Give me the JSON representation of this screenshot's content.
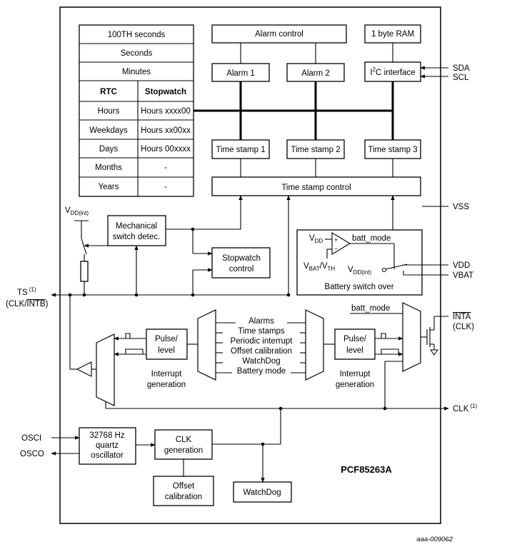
{
  "chip_name": "PCF85263A",
  "figure_id": "aaa-009062",
  "register_table": {
    "full_rows": [
      "100TH seconds",
      "Seconds",
      "Minutes"
    ],
    "header": [
      "RTC",
      "Stopwatch"
    ],
    "rows": [
      [
        "Hours",
        "Hours xxxx00"
      ],
      [
        "Weekdays",
        "Hours xx00xx"
      ],
      [
        "Days",
        "Hours 00xxxx"
      ],
      [
        "Months",
        "-"
      ],
      [
        "Years",
        "-"
      ]
    ]
  },
  "blocks": {
    "alarm_control": "Alarm control",
    "ram": "1 byte RAM",
    "alarm1": "Alarm 1",
    "alarm2": "Alarm 2",
    "i2c_pre": "I",
    "i2c_sup": "2",
    "i2c_post": "C interface",
    "timestamp1": "Time stamp 1",
    "timestamp2": "Time stamp 2",
    "timestamp3": "Time stamp 3",
    "timestamp_control": "Time stamp control",
    "mech_switch_1": "Mechanical",
    "mech_switch_2": "switch detec.",
    "stopwatch_control_1": "Stopwatch",
    "stopwatch_control_2": "control",
    "battery_switch": "Battery switch over",
    "batt_mode": "batt_mode",
    "pulse_level_1": "Pulse/",
    "pulse_level_2": "level",
    "interrupt_generation_1": "Interrupt",
    "interrupt_generation_2": "generation",
    "oscillator_1": "32768 Hz",
    "oscillator_2": "quartz",
    "oscillator_3": "oscillator",
    "clk_generation_1": "CLK",
    "clk_generation_2": "generation",
    "offset_calibration_1": "Offset",
    "offset_calibration_2": "calibration",
    "watchdog": "WatchDog"
  },
  "interrupt_sources": [
    "Alarms",
    "Time stamps",
    "Periodic interrupt",
    "Offset calibration",
    "WatchDog",
    "Battery mode"
  ],
  "comparator": {
    "vdd_main": "V",
    "vdd_sub": "DD",
    "vbat_main": "V",
    "vbat_sub": "BAT",
    "slash": "/",
    "vth_main": "V",
    "vth_sub": "TH",
    "vddint_main": "V",
    "vddint_sub": "DD(int)",
    "plus": "+",
    "minus": "−"
  },
  "vdd_int_label": {
    "main": "V",
    "sub": "DD(int)"
  },
  "pins": {
    "sda": "SDA",
    "scl": "SCL",
    "vss": "VSS",
    "vdd": "VDD",
    "vbat": "VBAT",
    "ts": "TS",
    "ts_note": "(1)",
    "ts_alt_pre": "(CLK/",
    "ts_alt_bar": "INTB",
    "ts_alt_post": ")",
    "inta": "INTA",
    "inta_alt": "(CLK)",
    "clk": "CLK",
    "clk_note": "(1)",
    "osci": "OSCI",
    "osco": "OSCO"
  }
}
